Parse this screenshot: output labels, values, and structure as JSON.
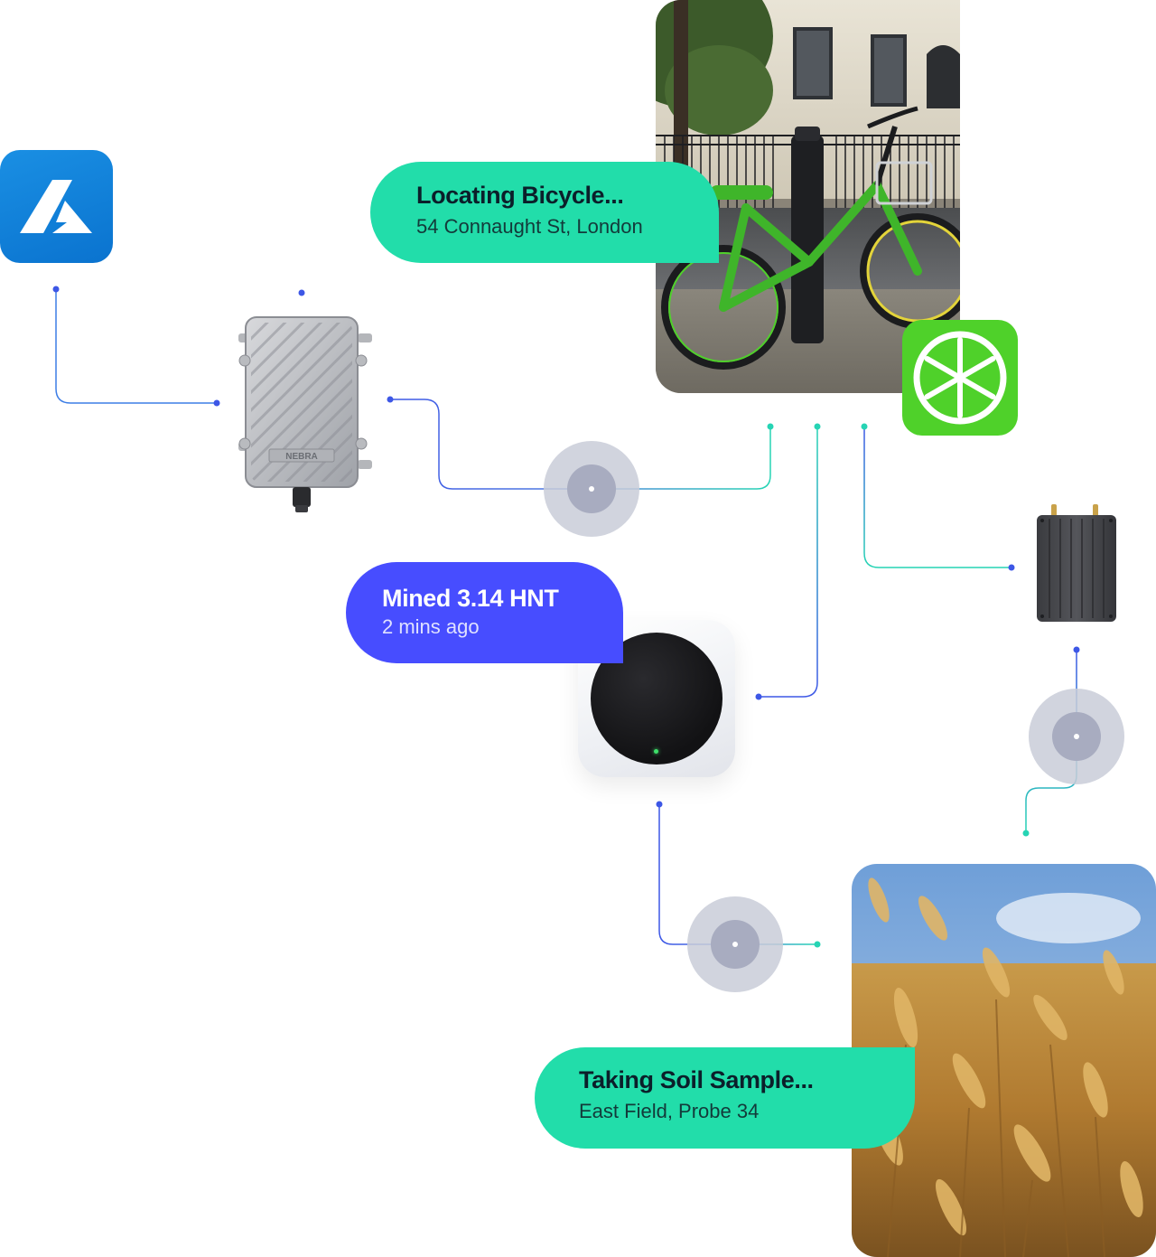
{
  "cards": {
    "bicycle": {
      "title": "Locating Bicycle...",
      "subtitle": "54 Connaught St, London"
    },
    "mined": {
      "title": "Mined 3.14 HNT",
      "subtitle": "2 mins ago"
    },
    "soil": {
      "title": "Taking Soil Sample...",
      "subtitle": "East Field, Probe 34"
    }
  },
  "device_label": "NEBRA",
  "icons": {
    "azure": "azure-logo-icon",
    "lime": "lime-logo-icon",
    "signal": "signal-node-icon"
  },
  "colors": {
    "green_bubble": "#22ddaa",
    "blue_bubble": "#474dff",
    "azure_blue": "#0a73cf",
    "lime_green": "#4fd12a",
    "line_blue": "#3d57e6",
    "line_teal": "#26d4b4",
    "line_purple": "#6f5cf0"
  }
}
